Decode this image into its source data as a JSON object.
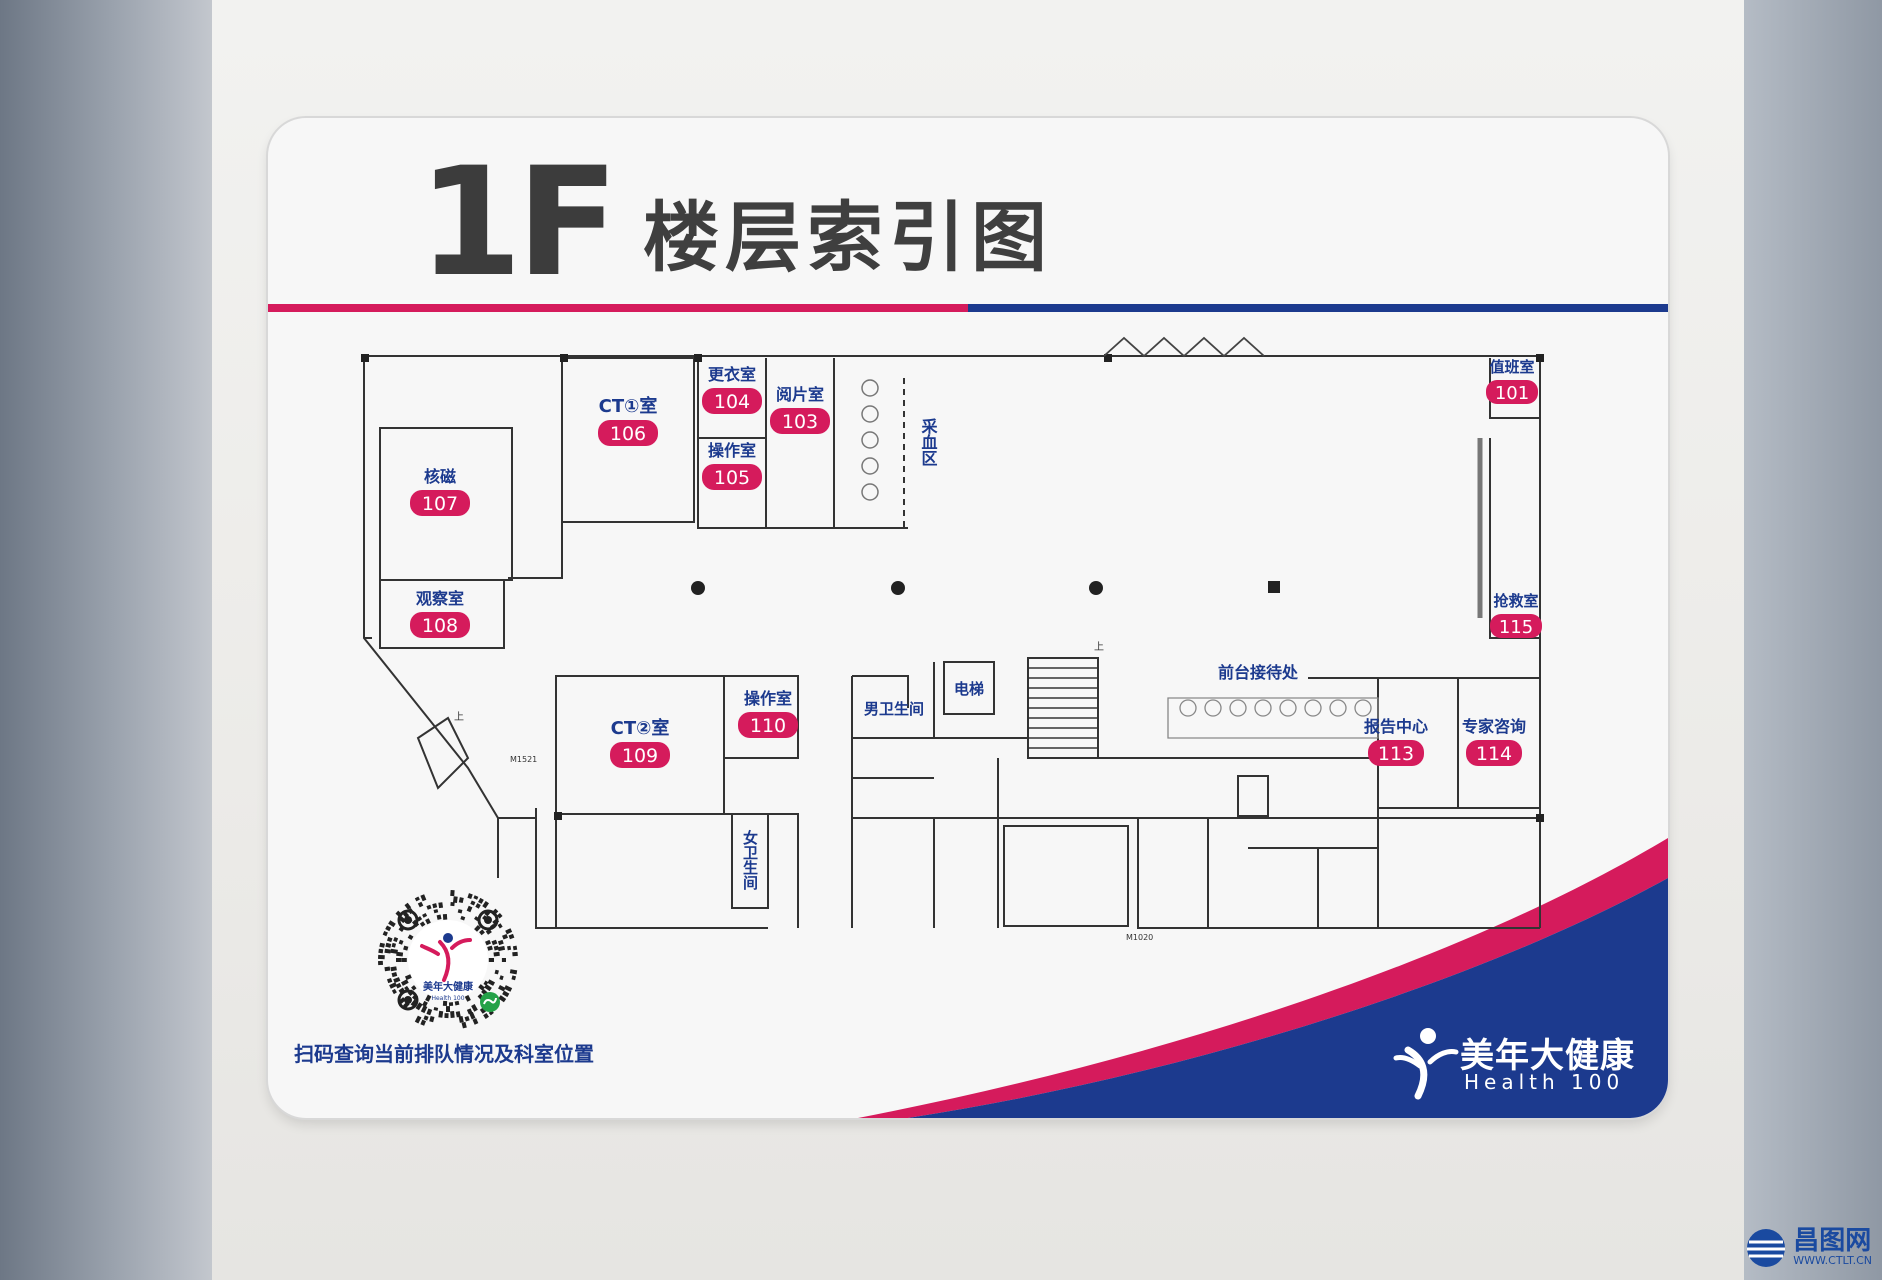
{
  "sign": {
    "floor_number": "1F",
    "title": "楼层索引图",
    "scan_text": "扫码查询当前排队情况及科室位置",
    "brand_cn": "美年大健康",
    "brand_en": "Health 100",
    "qr_brand_cn": "美年大健康",
    "qr_brand_en": "Health 100"
  },
  "colors": {
    "pink": "#d51b5c",
    "blue": "#1c3a8e",
    "room_badge": "#d51b5c",
    "room_label": "#1c3a8e"
  },
  "rooms": [
    {
      "id": "106",
      "name": "CT①室"
    },
    {
      "id": "104",
      "name": "更衣室"
    },
    {
      "id": "103",
      "name": "阅片室"
    },
    {
      "id": "105",
      "name": "操作室"
    },
    {
      "id": "107",
      "name": "核磁"
    },
    {
      "id": "108",
      "name": "观察室"
    },
    {
      "id": "101",
      "name": "值班室"
    },
    {
      "id": "115",
      "name": "抢救室"
    },
    {
      "id": "109",
      "name": "CT②室"
    },
    {
      "id": "110",
      "name": "操作室"
    },
    {
      "id": "113",
      "name": "报告中心"
    },
    {
      "id": "114",
      "name": "专家咨询"
    }
  ],
  "areas": {
    "blood_draw": "采血区",
    "elevator": "电梯",
    "mens_restroom": "男卫生间",
    "womens_restroom": "女卫生间",
    "reception": "前台接待处"
  },
  "plan_marks": {
    "door_code_1": "M1521",
    "door_code_2": "M1020",
    "stair_up_1": "上",
    "stair_up_2": "上"
  },
  "watermark": {
    "cn": "昌图网",
    "en": "WWW.CTLT.CN"
  }
}
